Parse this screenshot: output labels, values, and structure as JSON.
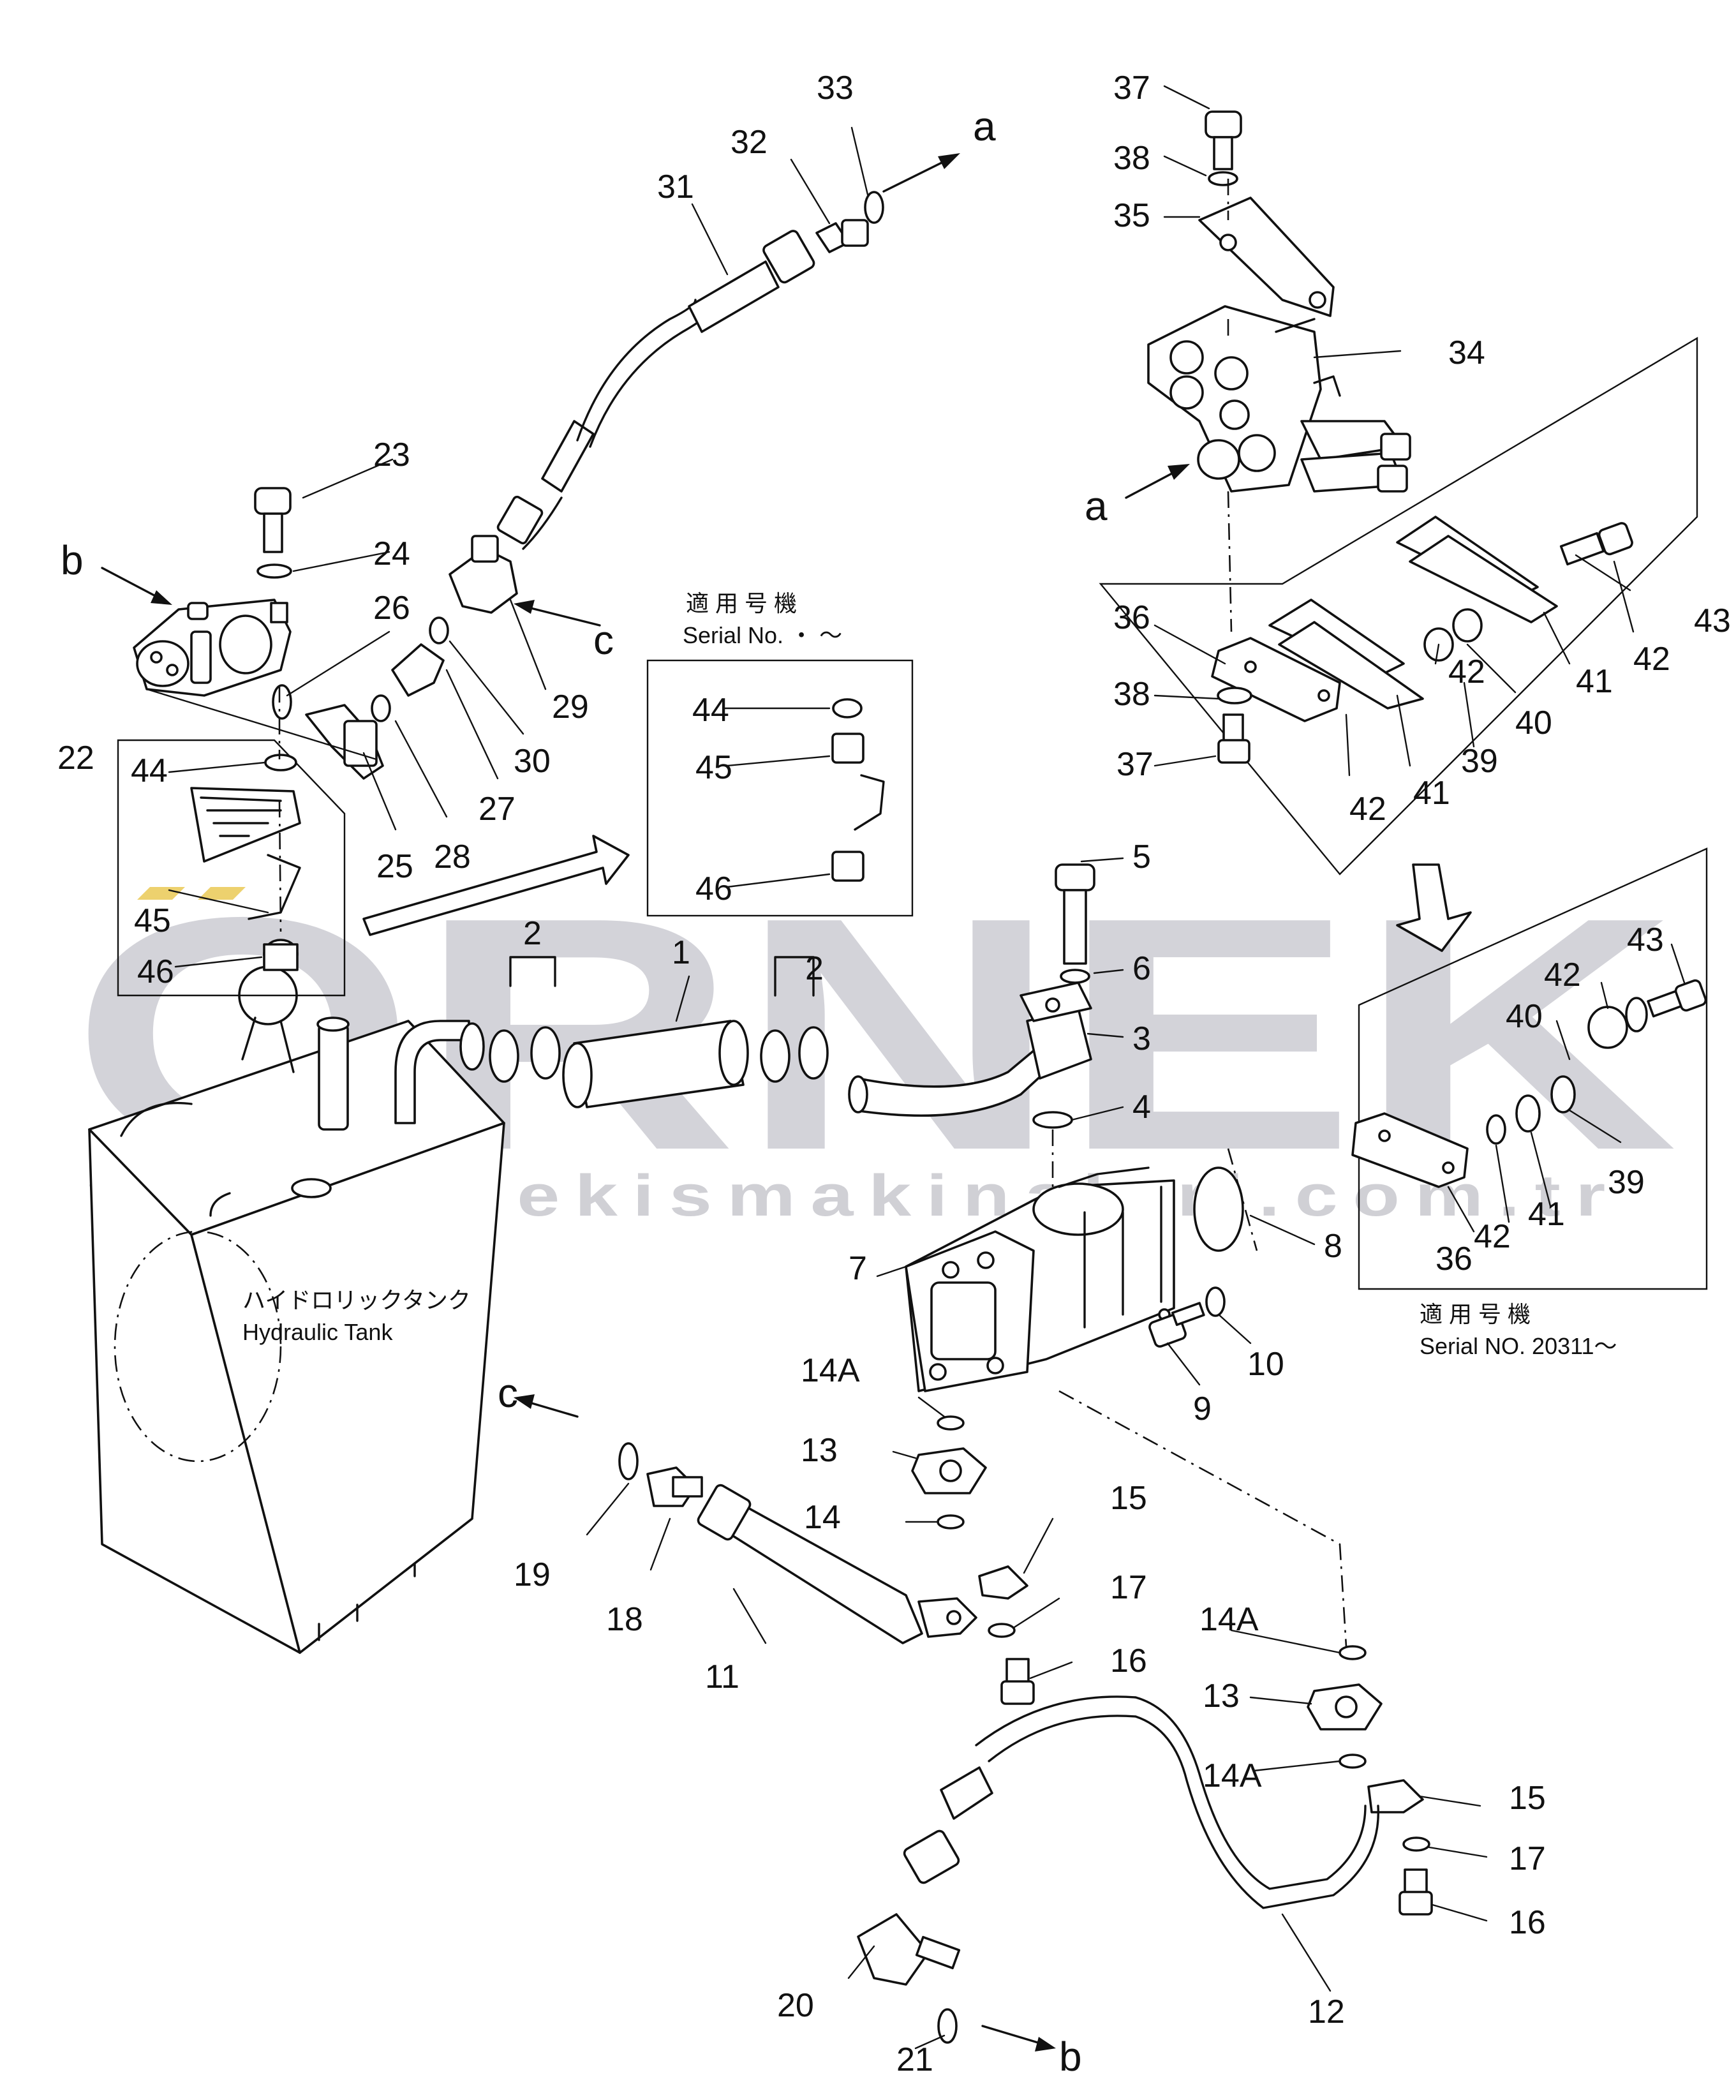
{
  "watermark": {
    "brand": "ORNEK",
    "url": "www.ornekismakinalari.com.tr"
  },
  "tank": {
    "label_jp": "ハイドロリックタンク",
    "label_en": "Hydraulic Tank"
  },
  "serial_box_left": {
    "label_jp": "適 用 号 機",
    "label_en": "Serial No.   ・ ～"
  },
  "serial_box_right": {
    "label_jp": "適 用 号 機",
    "label_en": "Serial NO. 20311～"
  },
  "callouts": {
    "a_top": "a",
    "a_valve": "a",
    "b_left": "b",
    "b_bottom": "b",
    "c_right": "c",
    "c_left": "c"
  },
  "part_numbers": {
    "p1": "1",
    "p2a": "2",
    "p2b": "2",
    "p3": "3",
    "p4": "4",
    "p5": "5",
    "p6": "6",
    "p7": "7",
    "p8": "8",
    "p9": "9",
    "p10": "10",
    "p11": "11",
    "p12": "12",
    "p13a": "13",
    "p13b": "13",
    "p14": "14",
    "p14a1": "14A",
    "p14a2": "14A",
    "p14a3": "14A",
    "p15a": "15",
    "p15b": "15",
    "p16a": "16",
    "p16b": "16",
    "p17a": "17",
    "p17b": "17",
    "p18": "18",
    "p19": "19",
    "p20": "20",
    "p21": "21",
    "p22": "22",
    "p23": "23",
    "p24": "24",
    "p25": "25",
    "p26": "26",
    "p27": "27",
    "p28": "28",
    "p29": "29",
    "p30": "30",
    "p31": "31",
    "p32": "32",
    "p33": "33",
    "p34": "34",
    "p35": "35",
    "p36a": "36",
    "p36b": "36",
    "p37a": "37",
    "p37b": "37",
    "p38a": "38",
    "p38b": "38",
    "p39a": "39",
    "p39b": "39",
    "p40a": "40",
    "p40b": "40",
    "p41a": "41",
    "p41b": "41",
    "p41c": "41",
    "p42a": "42",
    "p42b": "42",
    "p42c": "42",
    "p42d": "42",
    "p42e": "42",
    "p43a": "43",
    "p43b": "43",
    "p44a": "44",
    "p44b": "44",
    "p45a": "45",
    "p45b": "45",
    "p46a": "46",
    "p46b": "46"
  }
}
